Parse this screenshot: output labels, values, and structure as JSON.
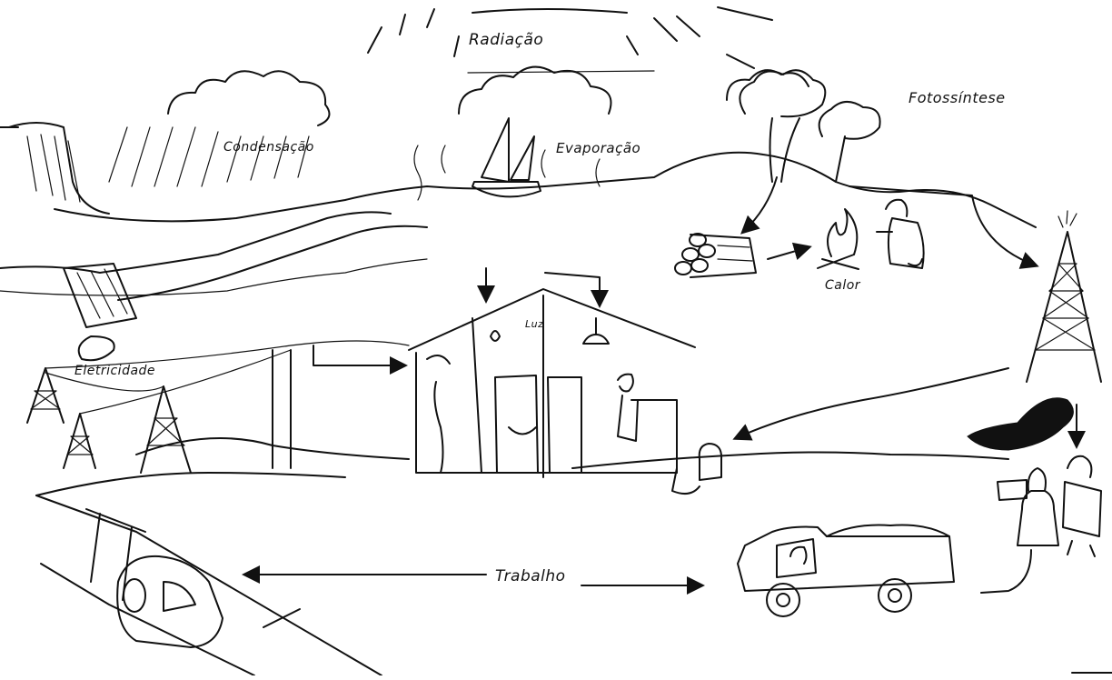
{
  "labels": {
    "radiacao": "Radiação",
    "condensacao": "Condensação",
    "evaporacao": "Evaporação",
    "fotossintese": "Fotossíntese",
    "calor": "Calor",
    "luz": "Luz",
    "eletricidade": "Eletricidade",
    "trabalho": "Trabalho"
  }
}
